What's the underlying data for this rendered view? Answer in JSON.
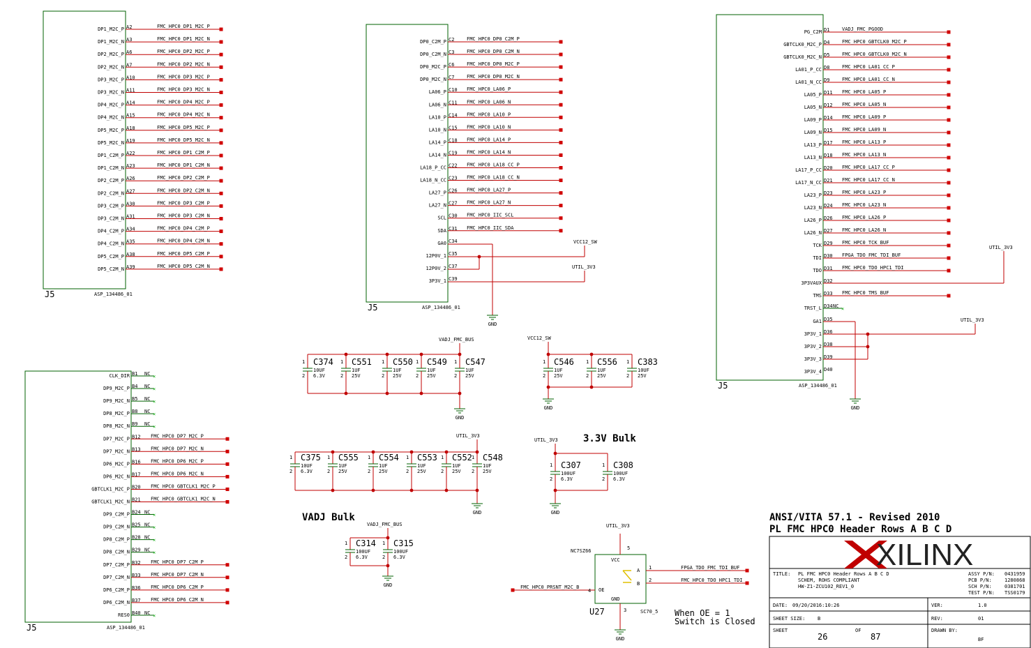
{
  "headerA": {
    "ref": "J5",
    "part": "ASP_134486_01",
    "pins": [
      [
        "DP1_M2C_P",
        "A2",
        "FMC_HPC0_DP1_M2C_P"
      ],
      [
        "DP1_M2C_N",
        "A3",
        "FMC_HPC0_DP1_M2C_N"
      ],
      [
        "DP2_M2C_P",
        "A6",
        "FMC_HPC0_DP2_M2C_P"
      ],
      [
        "DP2_M2C_N",
        "A7",
        "FMC_HPC0_DP2_M2C_N"
      ],
      [
        "DP3_M2C_P",
        "A10",
        "FMC_HPC0_DP3_M2C_P"
      ],
      [
        "DP3_M2C_N",
        "A11",
        "FMC_HPC0_DP3_M2C_N"
      ],
      [
        "DP4_M2C_P",
        "A14",
        "FMC_HPC0_DP4_M2C_P"
      ],
      [
        "DP4_M2C_N",
        "A15",
        "FMC_HPC0_DP4_M2C_N"
      ],
      [
        "DP5_M2C_P",
        "A18",
        "FMC_HPC0_DP5_M2C_P"
      ],
      [
        "DP5_M2C_N",
        "A19",
        "FMC_HPC0_DP5_M2C_N"
      ],
      [
        "DP1_C2M_P",
        "A22",
        "FMC_HPC0_DP1_C2M_P"
      ],
      [
        "DP1_C2M_N",
        "A23",
        "FMC_HPC0_DP1_C2M_N"
      ],
      [
        "DP2_C2M_P",
        "A26",
        "FMC_HPC0_DP2_C2M_P"
      ],
      [
        "DP2_C2M_N",
        "A27",
        "FMC_HPC0_DP2_C2M_N"
      ],
      [
        "DP3_C2M_P",
        "A30",
        "FMC_HPC0_DP3_C2M_P"
      ],
      [
        "DP3_C2M_N",
        "A31",
        "FMC_HPC0_DP3_C2M_N"
      ],
      [
        "DP4_C2M_P",
        "A34",
        "FMC_HPC0_DP4_C2M_P"
      ],
      [
        "DP4_C2M_N",
        "A35",
        "FMC_HPC0_DP4_C2M_N"
      ],
      [
        "DP5_C2M_P",
        "A38",
        "FMC_HPC0_DP5_C2M_P"
      ],
      [
        "DP5_C2M_N",
        "A39",
        "FMC_HPC0_DP5_C2M_N"
      ]
    ]
  },
  "headerB": {
    "ref": "J5",
    "part": "ASP_134486_01",
    "pins": [
      [
        "CLK_DIR",
        "B1",
        "NC"
      ],
      [
        "DP9_M2C_P",
        "B4",
        "NC"
      ],
      [
        "DP9_M2C_N",
        "B5",
        "NC"
      ],
      [
        "DP8_M2C_P",
        "B8",
        "NC"
      ],
      [
        "DP8_M2C_N",
        "B9",
        "NC"
      ],
      [
        "DP7_M2C_P",
        "B12",
        "FMC_HPC0_DP7_M2C_P"
      ],
      [
        "DP7_M2C_N",
        "B13",
        "FMC_HPC0_DP7_M2C_N"
      ],
      [
        "DP6_M2C_P",
        "B16",
        "FMC_HPC0_DP6_M2C_P"
      ],
      [
        "DP6_M2C_N",
        "B17",
        "FMC_HPC0_DP6_M2C_N"
      ],
      [
        "GBTCLK1_M2C_P",
        "B20",
        "FMC_HPC0_GBTCLK1_M2C_P"
      ],
      [
        "GBTCLK1_M2C_N",
        "B21",
        "FMC_HPC0_GBTCLK1_M2C_N"
      ],
      [
        "DP9_C2M_P",
        "B24",
        "NC"
      ],
      [
        "DP9_C2M_N",
        "B25",
        "NC"
      ],
      [
        "DP8_C2M_P",
        "B28",
        "NC"
      ],
      [
        "DP8_C2M_N",
        "B29",
        "NC"
      ],
      [
        "DP7_C2M_P",
        "B32",
        "FMC_HPC0_DP7_C2M_P"
      ],
      [
        "DP7_C2M_N",
        "B33",
        "FMC_HPC0_DP7_C2M_N"
      ],
      [
        "DP6_C2M_P",
        "B36",
        "FMC_HPC0_DP6_C2M_P"
      ],
      [
        "DP6_C2M_N",
        "B37",
        "FMC_HPC0_DP6_C2M_N"
      ],
      [
        "RES0",
        "B40",
        "NC"
      ]
    ]
  },
  "headerC": {
    "ref": "J5",
    "part": "ASP_134486_01",
    "pins": [
      [
        "DP0_C2M_P",
        "C2",
        "FMC_HPC0_DP0_C2M_P"
      ],
      [
        "DP0_C2M_N",
        "C3",
        "FMC_HPC0_DP0_C2M_N"
      ],
      [
        "DP0_M2C_P",
        "C6",
        "FMC_HPC0_DP0_M2C_P"
      ],
      [
        "DP0_M2C_N",
        "C7",
        "FMC_HPC0_DP0_M2C_N"
      ],
      [
        "LA06_P",
        "C10",
        "FMC_HPC0_LA06_P"
      ],
      [
        "LA06_N",
        "C11",
        "FMC_HPC0_LA06_N"
      ],
      [
        "LA10_P",
        "C14",
        "FMC_HPC0_LA10_P"
      ],
      [
        "LA10_N",
        "C15",
        "FMC_HPC0_LA10_N"
      ],
      [
        "LA14_P",
        "C18",
        "FMC_HPC0_LA14_P"
      ],
      [
        "LA14_N",
        "C19",
        "FMC_HPC0_LA14_N"
      ],
      [
        "LA18_P_CC",
        "C22",
        "FMC_HPC0_LA18_CC_P"
      ],
      [
        "LA18_N_CC",
        "C23",
        "FMC_HPC0_LA18_CC_N"
      ],
      [
        "LA27_P",
        "C26",
        "FMC_HPC0_LA27_P"
      ],
      [
        "LA27_N",
        "C27",
        "FMC_HPC0_LA27_N"
      ],
      [
        "SCL",
        "C30",
        "FMC_HPC0_IIC_SCL"
      ],
      [
        "SDA",
        "C31",
        "FMC_HPC0_IIC_SDA"
      ],
      [
        "GA0",
        "C34",
        ""
      ],
      [
        "12P0V_1",
        "C35",
        ""
      ],
      [
        "12P0V_2",
        "C37",
        ""
      ],
      [
        "3P3V_1",
        "C39",
        ""
      ]
    ],
    "net_vcc12": "VCC12_SW",
    "net_util": "UTIL_3V3",
    "net_gnd": "GND"
  },
  "headerD": {
    "ref": "J5",
    "part": "ASP_134486_01",
    "pins": [
      [
        "PG_C2M",
        "D1",
        "VADJ_FMC_PGOOD"
      ],
      [
        "GBTCLK0_M2C_P",
        "D4",
        "FMC_HPC0_GBTCLK0_M2C_P"
      ],
      [
        "GBTCLK0_M2C_N",
        "D5",
        "FMC_HPC0_GBTCLK0_M2C_N"
      ],
      [
        "LA01_P_CC",
        "D8",
        "FMC_HPC0_LA01_CC_P"
      ],
      [
        "LA01_N_CC",
        "D9",
        "FMC_HPC0_LA01_CC_N"
      ],
      [
        "LA05_P",
        "D11",
        "FMC_HPC0_LA05_P"
      ],
      [
        "LA05_N",
        "D12",
        "FMC_HPC0_LA05_N"
      ],
      [
        "LA09_P",
        "D14",
        "FMC_HPC0_LA09_P"
      ],
      [
        "LA09_N",
        "D15",
        "FMC_HPC0_LA09_N"
      ],
      [
        "LA13_P",
        "D17",
        "FMC_HPC0_LA13_P"
      ],
      [
        "LA13_N",
        "D18",
        "FMC_HPC0_LA13_N"
      ],
      [
        "LA17_P_CC",
        "D20",
        "FMC_HPC0_LA17_CC_P"
      ],
      [
        "LA17_N_CC",
        "D21",
        "FMC_HPC0_LA17_CC_N"
      ],
      [
        "LA23_P",
        "D23",
        "FMC_HPC0_LA23_P"
      ],
      [
        "LA23_N",
        "D24",
        "FMC_HPC0_LA23_N"
      ],
      [
        "LA26_P",
        "D26",
        "FMC_HPC0_LA26_P"
      ],
      [
        "LA26_N",
        "D27",
        "FMC_HPC0_LA26_N"
      ],
      [
        "TCK",
        "D29",
        "FMC_HPC0_TCK_BUF"
      ],
      [
        "TDI",
        "D30",
        "FPGA_TDO_FMC_TDI_BUF"
      ],
      [
        "TDO",
        "D31",
        "FMC_HPC0_TDO_HPC1_TDI"
      ],
      [
        "3P3VAUX",
        "D32",
        ""
      ],
      [
        "TMS",
        "D33",
        "FMC_HPC0_TMS_BUF"
      ],
      [
        "TRST_L",
        "D34",
        "NC"
      ],
      [
        "GA1",
        "D35",
        ""
      ],
      [
        "3P3V_1",
        "D36",
        ""
      ],
      [
        "3P3V_2",
        "D38",
        ""
      ],
      [
        "3P3V_3",
        "D39",
        ""
      ],
      [
        "3P3V_4",
        "D40",
        ""
      ]
    ],
    "net_util": "UTIL_3V3",
    "net_gnd": "GND"
  },
  "caps_vadj": {
    "net": "VADJ_FMC_BUS",
    "gnd": "GND",
    "caps": [
      [
        "C374",
        "10UF",
        "6.3V"
      ],
      [
        "C551",
        "1UF",
        "25V"
      ],
      [
        "C550",
        "1UF",
        "25V"
      ],
      [
        "C549",
        "1UF",
        "25V"
      ],
      [
        "C547",
        "1UF",
        "25V"
      ]
    ]
  },
  "caps_vcc12": {
    "net": "VCC12_SW",
    "gnd": "GND",
    "caps": [
      [
        "C546",
        "1UF",
        "25V"
      ],
      [
        "C556",
        "1UF",
        "25V"
      ],
      [
        "C383",
        "10UF",
        "25V"
      ]
    ]
  },
  "caps_util": {
    "net": "UTIL_3V3",
    "gnd": "GND",
    "caps": [
      [
        "C375",
        "10UF",
        "6.3V"
      ],
      [
        "C555",
        "1UF",
        "25V"
      ],
      [
        "C554",
        "1UF",
        "25V"
      ],
      [
        "C553",
        "1UF",
        "25V"
      ],
      [
        "C552",
        "1UF",
        "25V"
      ],
      [
        "C548",
        "1UF",
        "25V"
      ]
    ]
  },
  "bulk33": {
    "title": "3.3V Bulk",
    "net": "UTIL_3V3",
    "gnd": "GND",
    "caps": [
      [
        "C307",
        "100UF",
        "6.3V"
      ],
      [
        "C308",
        "100UF",
        "6.3V"
      ]
    ]
  },
  "bulkvadj": {
    "title": "VADJ Bulk",
    "net": "VADJ_FMC_BUS",
    "gnd": "GND",
    "caps": [
      [
        "C314",
        "100UF",
        "6.3V"
      ],
      [
        "C315",
        "100UF",
        "6.3V"
      ]
    ]
  },
  "u27": {
    "ref": "U27",
    "part": "NC7SZ66",
    "pkg": "SC70_5",
    "net_util": "UTIL_3V3",
    "net_oe": "FMC_HPC0_PRSNT_M2C_B",
    "net_a": "FPGA_TDO_FMC_TDI_BUF",
    "net_b": "FMC_HPC0_TDO_HPC1_TDI",
    "gnd": "GND",
    "pins": {
      "vcc": "VCC",
      "a": "A",
      "b": "B",
      "oe": "OE",
      "gnd": "GND",
      "p5": "5",
      "p1": "1",
      "p2": "2",
      "p4": "4",
      "p3": "3"
    },
    "note1": "When OE = 1",
    "note2": "Switch is Closed"
  },
  "titleblock": {
    "heading1": "ANSI/VITA 57.1 - Revised 2010",
    "heading2": "PL FMC HPC0 Header Rows A B C D",
    "logo": "XILINX",
    "title_label": "TITLE:",
    "title_value": "PL FMC HPC0 Header Rows A B C D",
    "subtitle1": "SCHEM, ROHS COMPLIANT",
    "subtitle2": "HW-Z1-ZCU102_REV1_0",
    "assy_label": "ASSY P/N:",
    "assy": "0431959",
    "pcb_label": "PCB P/N:",
    "pcb": "1280868",
    "sch_label": "SCH P/N:",
    "sch": "0381701",
    "test_label": "TEST P/N:",
    "test": "TSS0179",
    "date_label": "DATE:",
    "date": "09/20/2016:10:26",
    "ver_label": "VER:",
    "ver": "1.0",
    "size_label": "SHEET SIZE:",
    "size": "B",
    "rev_label": "REV:",
    "rev": "01",
    "sheet_label": "SHEET",
    "sheet": "26",
    "of_label": "OF",
    "of": "87",
    "drawn_label": "DRAWN BY:",
    "drawn": "BF"
  },
  "colors": {
    "wire": "#c00000",
    "body": "#006000",
    "nc": "#00aa00",
    "stub": "#d00000"
  }
}
